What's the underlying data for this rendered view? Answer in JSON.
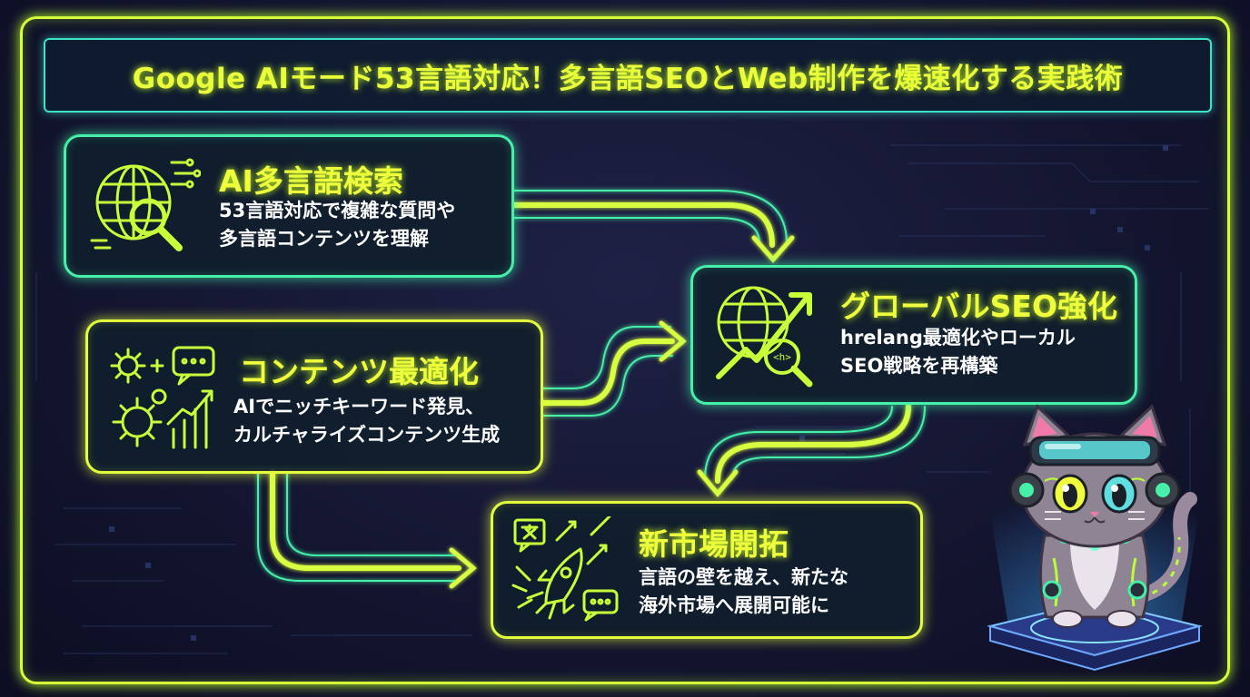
{
  "title": "Google AIモード53言語対応！多言語SEOとWeb制作を爆速化する実践術",
  "cards": [
    {
      "id": "ai-search",
      "title": "AI多言語検索",
      "lines": [
        "53言語対応で複雑な質問や",
        "多言語コンテンツを理解"
      ],
      "icon": "globe-search-icon"
    },
    {
      "id": "content-optimization",
      "title": "コンテンツ最適化",
      "lines": [
        "AIでニッチキーワード発見、",
        "カルチャライズコンテンツ生成"
      ],
      "icon": "gears-chart-icon"
    },
    {
      "id": "global-seo",
      "title": "グローバルSEO強化",
      "lines": [
        "hrelang最適化やローカル",
        "SEO戦略を再構築"
      ],
      "icon": "globe-growth-icon"
    },
    {
      "id": "new-markets",
      "title": "新市場開拓",
      "lines": [
        "言語の壁を越え、新たな",
        "海外市場へ展開可能に"
      ],
      "icon": "rocket-translate-icon"
    }
  ],
  "code_tag": "<h>",
  "colors": {
    "neon_yellow": "#e4ff3e",
    "neon_green": "#46f0a8",
    "title_teal": "#3fe0c8",
    "background": "#141631"
  }
}
